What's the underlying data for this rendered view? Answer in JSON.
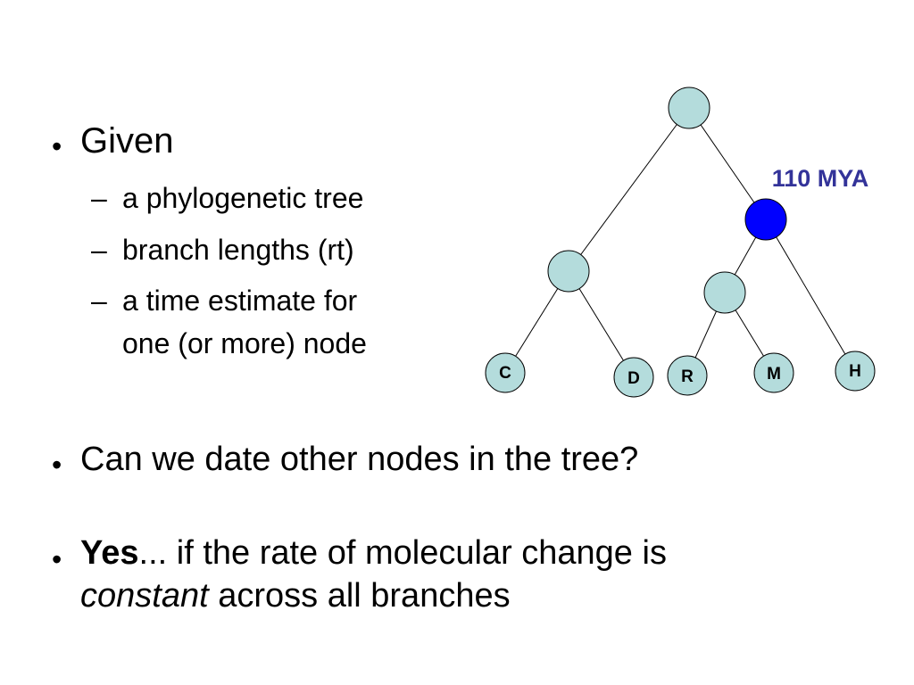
{
  "given": {
    "heading": "Given",
    "items": [
      "a phylogenetic tree",
      "branch lengths (rt)",
      "a time estimate for"
    ],
    "continuation": "one (or more) node"
  },
  "bullets": {
    "question": "Can we date other nodes in the tree?",
    "yes_bold": "Yes",
    "yes_rest": "... if the rate of molecular change is",
    "constant_italic": "constant",
    "constant_rest": " across all branches"
  },
  "tree": {
    "leaves": [
      "C",
      "D",
      "R",
      "M",
      "H"
    ],
    "calibration_label": "110 MYA",
    "colors": {
      "node_fill": "#b4dcdc",
      "calibrated_fill": "#0000ff",
      "label_color": "#333399"
    }
  }
}
